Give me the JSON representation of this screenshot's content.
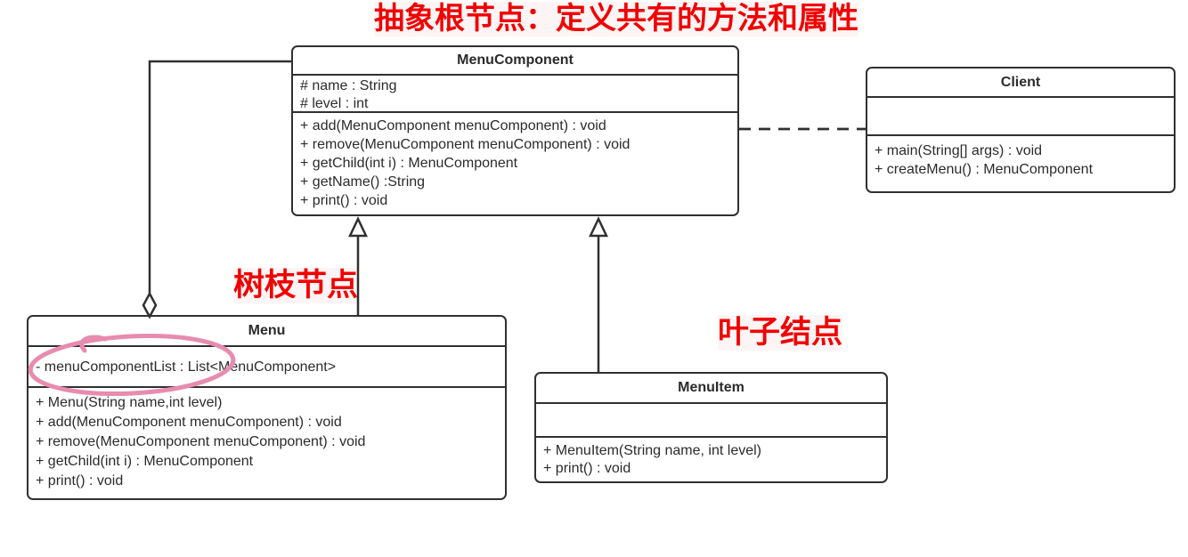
{
  "diagram": {
    "annotations": {
      "root": "抽象根节点：定义共有的方法和属性",
      "branch": "树枝节点",
      "leaf": "叶子结点"
    },
    "classes": {
      "menu_component": {
        "name": "MenuComponent",
        "attributes": [
          "# name : String",
          "# level : int"
        ],
        "methods": [
          "+ add(MenuComponent menuComponent) : void",
          "+ remove(MenuComponent menuComponent) : void",
          "+ getChild(int i) : MenuComponent",
          "+ getName() :String",
          "+ print() : void"
        ]
      },
      "client": {
        "name": "Client",
        "attributes": [],
        "methods": [
          "+ main(String[] args) : void",
          "+ createMenu() : MenuComponent"
        ]
      },
      "menu": {
        "name": "Menu",
        "attributes": [
          "- menuComponentList : List<MenuComponent>"
        ],
        "methods": [
          "+ Menu(String name,int level)",
          "+ add(MenuComponent menuComponent) : void",
          "+ remove(MenuComponent menuComponent) : void",
          "+ getChild(int i) : MenuComponent",
          "+ print() : void"
        ]
      },
      "menu_item": {
        "name": "MenuItem",
        "attributes": [],
        "methods": [
          "+ MenuItem(String name, int level)",
          "+ print() : void"
        ]
      }
    },
    "colors": {
      "annotation_red": "#f10000",
      "highlight_pink": "#e78caf",
      "line_dark": "#303030",
      "box_background": "#ffffff"
    }
  }
}
